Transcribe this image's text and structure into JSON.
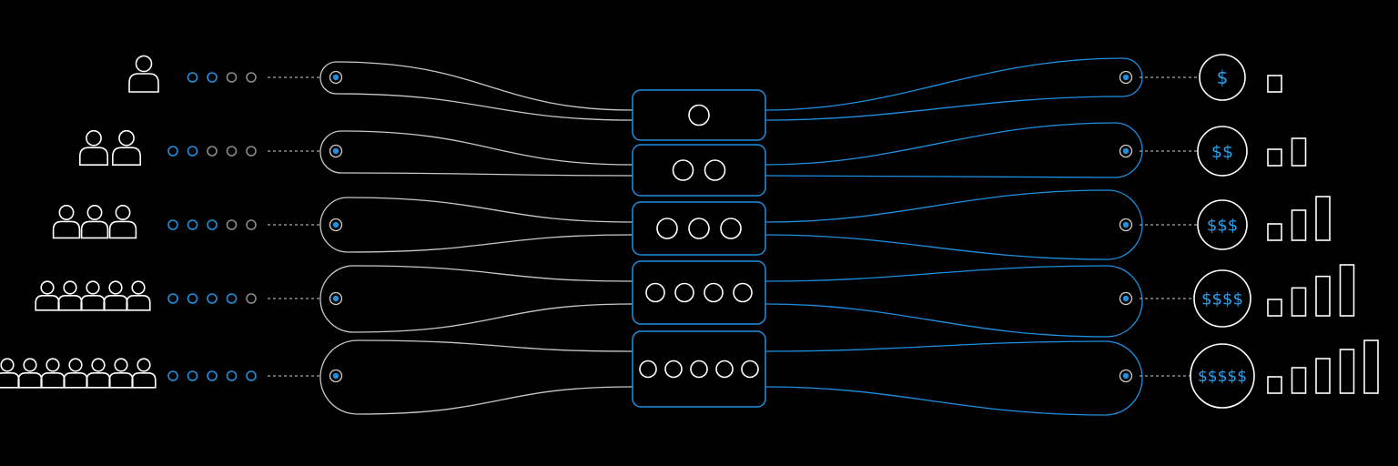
{
  "colors": {
    "background": "#000000",
    "line": "#FFFFFF",
    "left_band": "#C8C8C8",
    "accent": "#1E90E0",
    "inactive_dot": "#8A8A8A"
  },
  "icons": {
    "people": "person-icon",
    "price": "dollar-sign",
    "level": "bar-chart-icon"
  },
  "rows": [
    {
      "people": 1,
      "active_dots": 2,
      "total_dots": 4,
      "node_circles": 1,
      "price_label": "$",
      "bars": 1
    },
    {
      "people": 2,
      "active_dots": 2,
      "total_dots": 5,
      "node_circles": 2,
      "price_label": "$$",
      "bars": 2
    },
    {
      "people": 3,
      "active_dots": 3,
      "total_dots": 5,
      "node_circles": 3,
      "price_label": "$$$",
      "bars": 3
    },
    {
      "people": 5,
      "active_dots": 4,
      "total_dots": 5,
      "node_circles": 4,
      "price_label": "$$$$",
      "bars": 4
    },
    {
      "people": 7,
      "active_dots": 5,
      "total_dots": 5,
      "node_circles": 5,
      "price_label": "$$$$$",
      "bars": 5
    }
  ]
}
